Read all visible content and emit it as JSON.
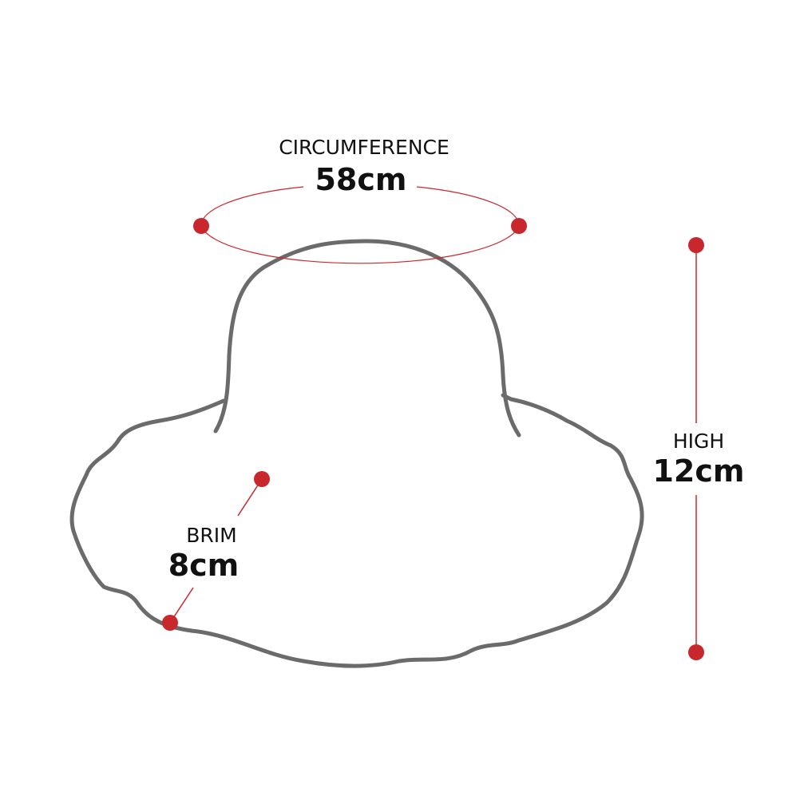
{
  "circumference": {
    "label": "CIRCUMFERENCE",
    "value": "58cm"
  },
  "height": {
    "label": "HIGH",
    "value": "12cm"
  },
  "brim": {
    "label": "BRIM",
    "value": "8cm"
  },
  "colors": {
    "outline": "#6b6b6b",
    "accent": "#c8282d"
  }
}
